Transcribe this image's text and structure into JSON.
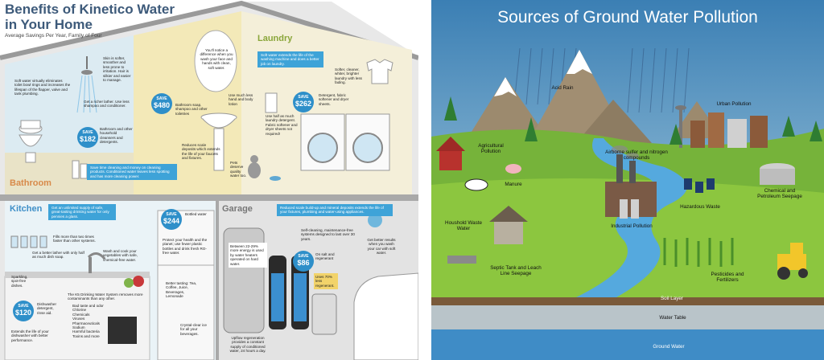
{
  "left": {
    "title_line1": "Benefits of Kinetico Water",
    "title_line2": "in Your Home",
    "subtitle": "Average Savings Per Year, Family of Four",
    "rooms": {
      "bathroom": "Bathroom",
      "laundry": "Laundry",
      "kitchen": "Kitchen",
      "garage": "Garage"
    },
    "savings": [
      {
        "label": "SAVE",
        "amount": "$182"
      },
      {
        "label": "SAVE",
        "amount": "$480"
      },
      {
        "label": "SAVE",
        "amount": "$262"
      },
      {
        "label": "SAVE",
        "amount": "$244"
      },
      {
        "label": "SAVE",
        "amount": "$86"
      },
      {
        "label": "SAVE",
        "amount": "$120"
      }
    ],
    "notes": {
      "toilet": "Soft water virtually eliminates toilet bowl rings and increases the lifespan of the flapper, valve and tank plumbing.",
      "skin": "Skin is softer, smoother and less prone to irritation. Hair is silkier and easier to manage.",
      "lather": "Get a richer lather. Use less shampoo and conditioner.",
      "cleansers": "Bathroom and other household cleansers and detergents.",
      "mirror": "You'll notice a difference when you wash your face and hands with clean, soft water.",
      "soap": "Bathroom soap, shampoo and other toiletries",
      "lotion": "Use much less hand and body lotion",
      "scale_sink": "Reduces scale deposits which extends the life of your faucets and fixtures.",
      "pets": "Pets deserve quality water too.",
      "laundry_top": "Soft water extends the life of the washing machine and does a better job on laundry.",
      "softer_clothes": "Softer, cleaner, whiter, brighter laundry with less fading.",
      "detergent": "Detergent, fabric softener and dryer sheets.",
      "use_half": "Use half as much laundry detergent. Fabric softener and dryer sheets not required!",
      "bathroom_bar": "Save time cleaning and money on cleaning products. Conditioned water leaves less spotting and has more cleaning power.",
      "kitchen_bar": "Get an unlimited supply of safe, great-tasting drinking water for only pennies a glass.",
      "fills": "Fills more than two times faster than other systems.",
      "better_lather": "Get a better lather with only half as much dish soap.",
      "wash_cook": "Wash and cook your vegetables with safe, chemical-free water.",
      "bottled": "Bottled water",
      "protect": "Protect your health and the planet; use fewer plastic bottles and drink fresh RO-free water.",
      "tasting": "Better tasting: Tea, Coffee, Juice, Beverages, Lemonade",
      "ice": "Crystal-clear ice for all your beverages.",
      "sparkling": "Sparkling, spot-free dishes.",
      "dishwasher": "Dishwasher detergent, rinse aid.",
      "extends": "Extends the life of your dishwasher with better performance.",
      "k5": "The K5 Drinking Water System removes more contaminants than any other.",
      "contaminants": [
        "Bad taste and odor",
        "Chlorine",
        "Chemicals",
        "Viruses",
        "Pharmaceuticals",
        "Sodium",
        "Harmful bacteria",
        "Toxins and more"
      ],
      "garage_bar": "Reduced scale build-up and mineral deposits extends the life of your fixtures, plumbing and water-using appliances.",
      "self_cleaning": "Self-cleaning, maintenance-free systems designed to last over 30 years.",
      "salt": "On salt and regenerant",
      "car": "Get better results when you wash your car with soft water.",
      "energy": "Between 22-29% more energy is used by water heaters operated on hard water.",
      "uses_less": "Uses 70% less regenerant.",
      "upflow": "Upflow regeneration provides a constant supply of conditioned water, 24 hours a day."
    }
  },
  "right": {
    "title": "Sources of Ground Water Pollution",
    "labels": {
      "acid_rain": "Acid Rain",
      "urban": "Urban Pollution",
      "agricultural": "Agricultural Pollution",
      "airborne": "Airborne sulfer and nitrogen compounds",
      "manure": "Manure",
      "chemical": "Chemical and Petroleum Seepage",
      "hazardous": "Hazardous Waste",
      "household": "Houshold Waste Water",
      "industrial": "Industrial Pollution",
      "septic": "Septic Tank and Leach Line Seepage",
      "pesticides": "Pesticides and Fertilizers",
      "soil": "Soil Layer",
      "table": "Water Table",
      "ground": "Ground Water"
    }
  }
}
